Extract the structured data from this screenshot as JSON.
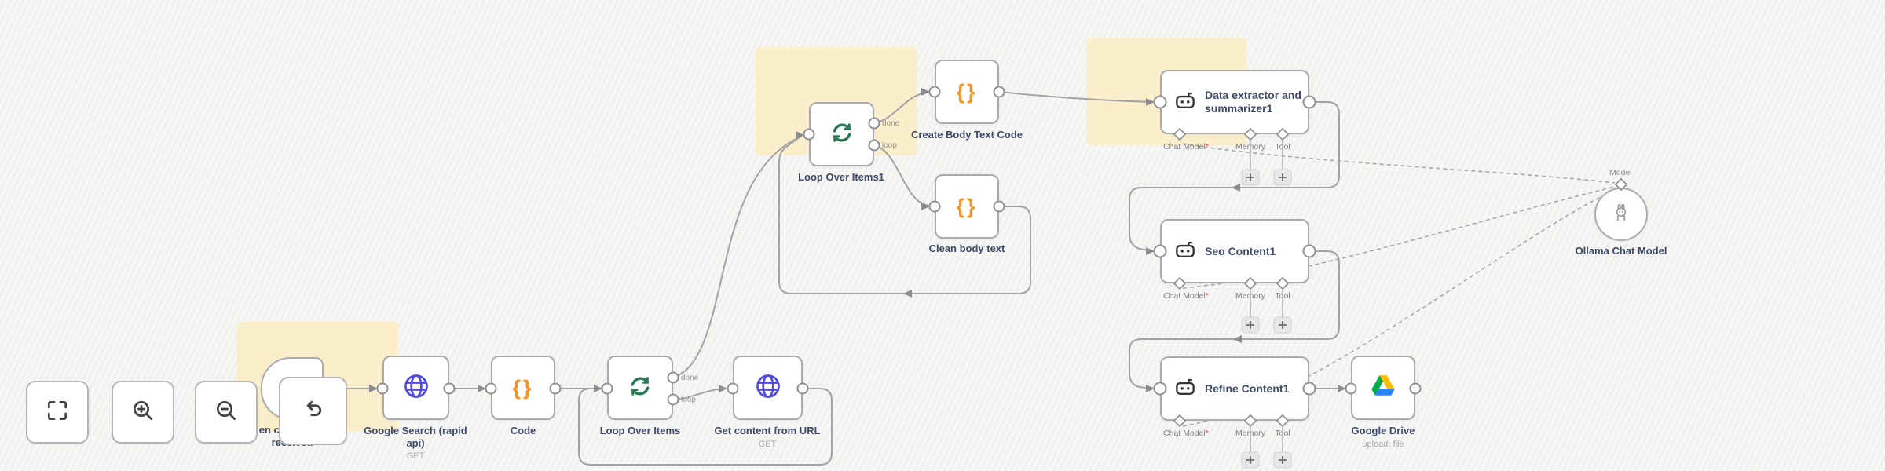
{
  "canvas": {
    "background": "#f3f3f1",
    "sticky_color": "#fbeecb",
    "wire_color": "#a3a3a6",
    "label_color": "#3e4a66",
    "loop_green": "#2b7a56",
    "code_orange": "#f5941f",
    "http_blue": "#514bd8"
  },
  "controls": {
    "fit_icon": "fit-view",
    "zoom_in_icon": "zoom-in",
    "zoom_out_icon": "zoom-out",
    "undo_icon": "undo"
  },
  "port_labels": {
    "done": "done",
    "loop": "loop",
    "model": "Model",
    "chat_model": "Chat Model",
    "required_marker": "*",
    "memory": "Memory",
    "tool": "Tool"
  },
  "nodes": {
    "chat_trigger": {
      "label": "When chat message received",
      "icon": "chat-bubble-icon"
    },
    "google_search": {
      "label": "Google Search (rapid api)",
      "subtitle": "GET",
      "icon": "globe-icon"
    },
    "code": {
      "label": "Code",
      "icon": "curly-braces-icon"
    },
    "loop_over_items": {
      "label": "Loop Over Items",
      "icon": "loop-arrows-icon"
    },
    "get_content": {
      "label": "Get content from URL",
      "subtitle": "GET",
      "icon": "globe-icon"
    },
    "loop_over_items1": {
      "label": "Loop Over Items1",
      "icon": "loop-arrows-icon"
    },
    "create_body": {
      "label": "Create Body Text Code",
      "icon": "curly-braces-icon"
    },
    "clean_body": {
      "label": "Clean body text",
      "icon": "curly-braces-icon"
    },
    "data_extractor": {
      "title": "Data extractor and summarizer1",
      "icon": "robot-icon"
    },
    "seo_content": {
      "title": "Seo Content1",
      "icon": "robot-icon"
    },
    "refine_content": {
      "title": "Refine Content1",
      "icon": "robot-icon"
    },
    "google_drive": {
      "label": "Google Drive",
      "subtitle": "upload: file",
      "icon": "google-drive-icon"
    },
    "ollama": {
      "label": "Ollama Chat Model",
      "icon": "llama-icon"
    }
  }
}
